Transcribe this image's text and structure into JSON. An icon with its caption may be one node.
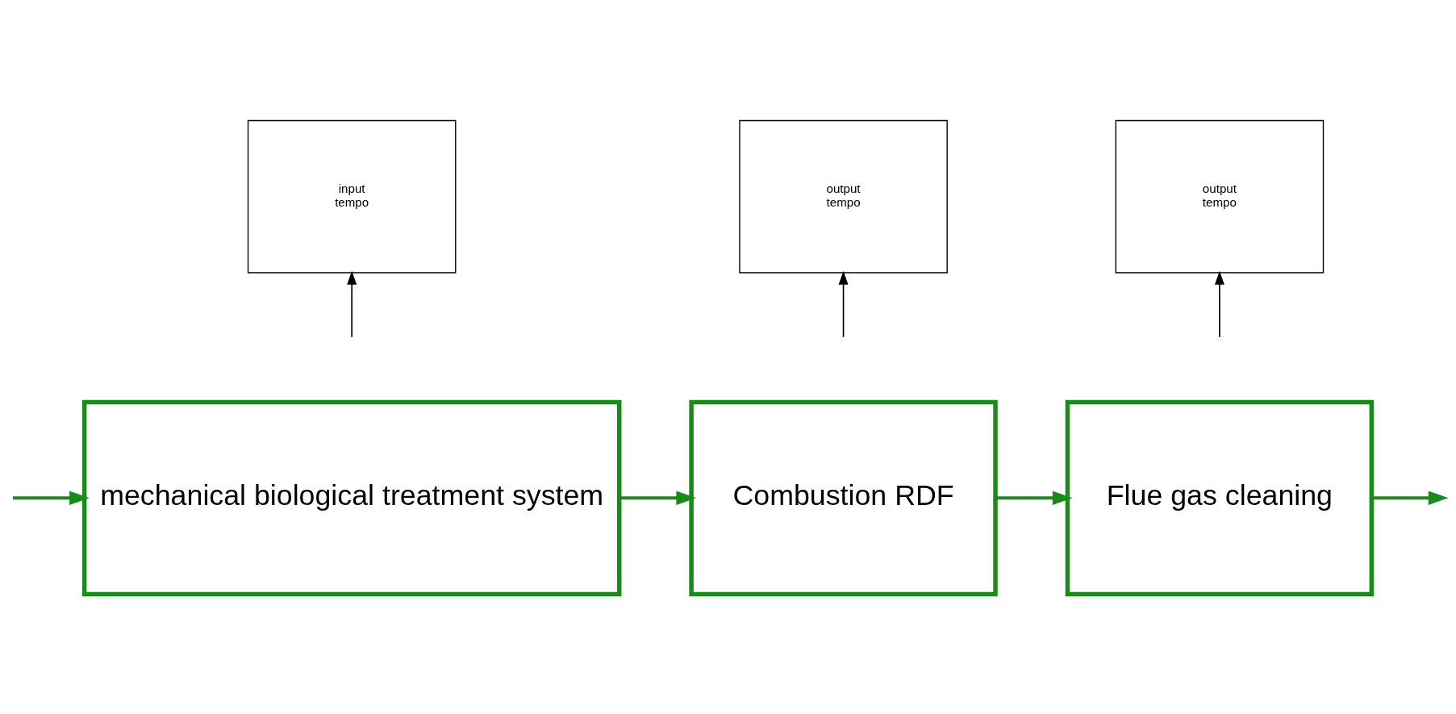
{
  "diagram": {
    "nodes": [
      {
        "text": [
          "mechanical biological treatment system"
        ]
      },
      {
        "text": [
          "Combustion RDF"
        ]
      },
      {
        "text": [
          "Flue gas cleaning"
        ]
      },
      {
        "text": [
          "input",
          "tempo"
        ]
      },
      {
        "text": [
          "output",
          "tempo"
        ]
      },
      {
        "text": [
          "output",
          "tempo"
        ]
      }
    ],
    "edges": [
      {
        "from": null,
        "to": 0,
        "arrow": "to"
      },
      {
        "from": 0,
        "to": 1,
        "arrow": "to"
      },
      {
        "from": 1,
        "to": 2,
        "arrow": "to"
      },
      {
        "from": 2,
        "to": null,
        "arrow": "to"
      },
      {
        "from": null,
        "to": 3,
        "arrow": "to",
        "color": "#000000"
      },
      {
        "from": null,
        "to": 4,
        "arrow": "to",
        "color": "#000000"
      },
      {
        "from": null,
        "to": 5,
        "arrow": "to",
        "color": "#000000"
      }
    ]
  }
}
